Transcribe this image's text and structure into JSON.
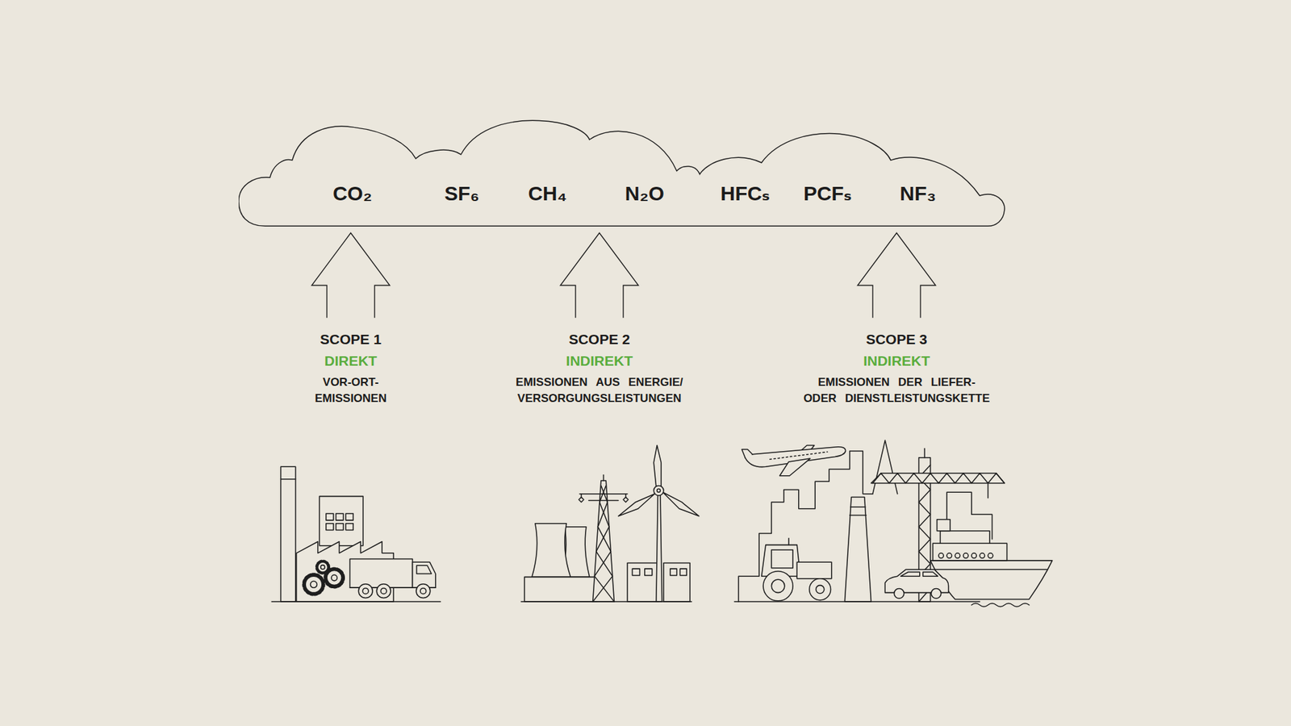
{
  "diagram": {
    "nodes": [
      {
        "text": [
          "CO₂",
          "SF₆",
          "CH₄",
          "N₂O",
          "HFCₛ",
          "PCFₛ",
          "NF₃"
        ]
      },
      {
        "text": [
          "SCOPE 1",
          "DIREKT",
          "VOR-ORT- EMISSIONEN"
        ]
      },
      {
        "text": [
          "SCOPE 2",
          "INDIREKT",
          "EMISSIONEN AUS ENERGIE/ VERSORGUNGSLEISTUNGEN"
        ]
      },
      {
        "text": [
          "SCOPE 3",
          "INDIREKT",
          "EMISSIONEN DER LIEFER- ODER DIENSTLEISTUNGSKETTE"
        ]
      }
    ],
    "edges": [
      {
        "from": 1,
        "to": 0,
        "arrow": "to"
      },
      {
        "from": 2,
        "to": 0,
        "arrow": "to"
      },
      {
        "from": 3,
        "to": 0,
        "arrow": "to"
      }
    ]
  }
}
